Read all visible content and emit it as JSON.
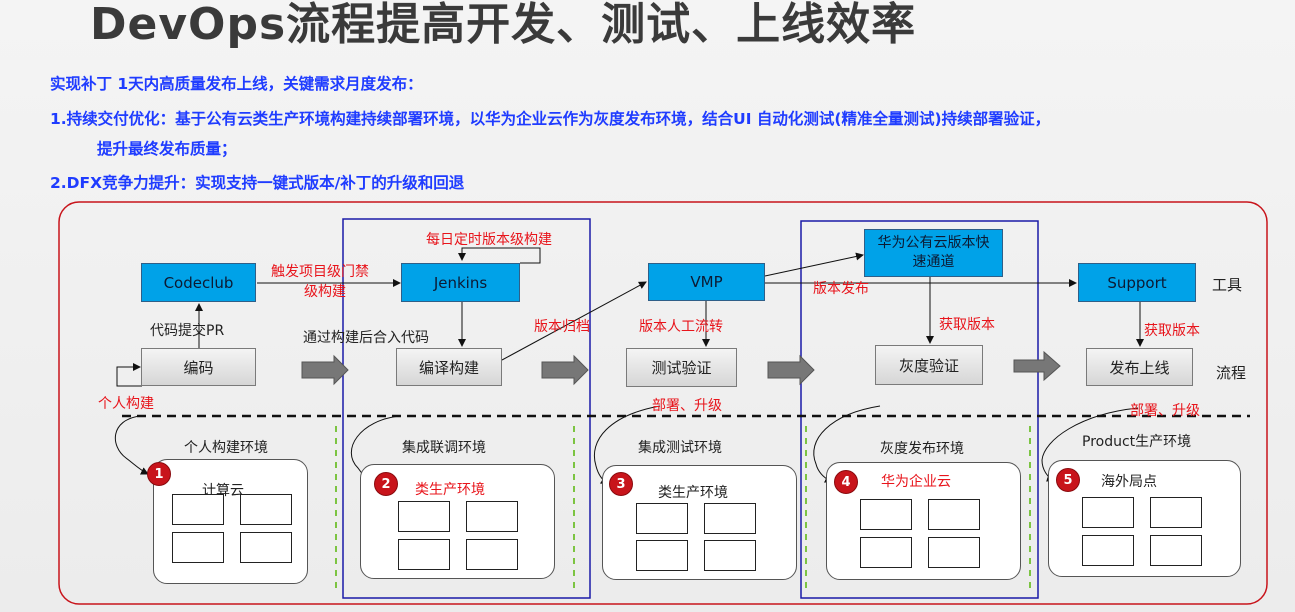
{
  "title": "DevOps流程提高开发、测试、上线效率",
  "intro": {
    "line1": "实现补丁 1天内高质量发布上线，关键需求月度发布：",
    "line2": "1.持续交付优化：基于公有云类生产环境构建持续部署环境，以华为企业云作为灰度发布环境，结合UI 自动化测试(精准全量测试)持续部署验证，",
    "line3": "提升最终发布质量；",
    "line4": "2.DFX竞争力提升：实现支持一键式版本/补丁的升级和回退"
  },
  "tools": {
    "codeclub": "Codeclub",
    "jenkins": "Jenkins",
    "vmp": "VMP",
    "huawei_channel": "华为公有云版本快速通道",
    "support": "Support"
  },
  "process": {
    "coding": "编码",
    "compile": "编译构建",
    "test": "测试验证",
    "gray": "灰度验证",
    "release": "发布上线"
  },
  "row_labels": {
    "tools": "工具",
    "flow": "流程"
  },
  "labels": {
    "submit_pr": "代码提交PR",
    "personal_build": "个人构建",
    "trigger_line1": "触发项目级门禁",
    "trigger_line2": "级构建",
    "daily_build": "每日定时版本级构建",
    "merge_code": "通过构建后合入代码",
    "archive": "版本归档",
    "manual_flow": "版本人工流转",
    "release_version": "版本发布",
    "get_version_1": "获取版本",
    "get_version_2": "获取版本",
    "deploy_upgrade_1": "部署、升级",
    "deploy_upgrade_2": "部署、升级"
  },
  "environments": [
    {
      "num": "1",
      "header": "个人构建环境",
      "inner": "计算云"
    },
    {
      "num": "2",
      "header": "集成联调环境",
      "inner": "类生产环境"
    },
    {
      "num": "3",
      "header": "集成测试环境",
      "inner": "类生产环境"
    },
    {
      "num": "4",
      "header": "灰度发布环境",
      "inner": "华为企业云"
    },
    {
      "num": "5",
      "header": "Product生产环境",
      "inner": "海外局点"
    }
  ],
  "colors": {
    "title": "#3a3a3a",
    "intro_text": "#1f3cff",
    "tool_box": "#00a2e8",
    "red_label": "#e8141b",
    "frame_red": "#c8141b",
    "frame_blue": "#1a1aa8"
  }
}
